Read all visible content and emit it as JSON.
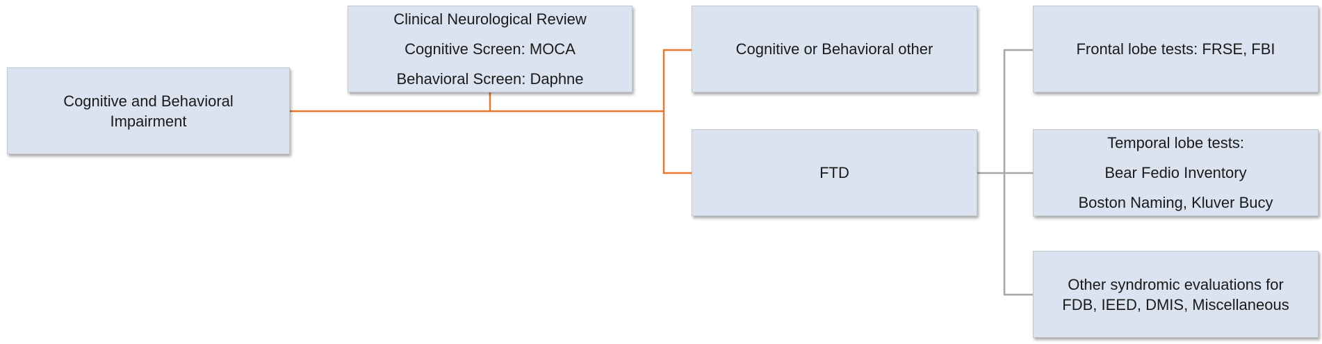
{
  "diagram": {
    "root": {
      "lines": [
        "Cognitive and Behavioral",
        "Impairment"
      ]
    },
    "screen": {
      "lines": [
        "Clinical Neurological Review",
        "Cognitive Screen: MOCA",
        "Behavioral Screen: Daphne"
      ]
    },
    "branch_other": {
      "lines": [
        "Cognitive or Behavioral other"
      ]
    },
    "branch_ftd": {
      "lines": [
        "FTD"
      ]
    },
    "frontal": {
      "lines": [
        "Frontal lobe tests: FRSE, FBI"
      ]
    },
    "temporal": {
      "lines": [
        "Temporal lobe tests:",
        "Bear Fedio Inventory",
        "Boston Naming, Kluver Bucy"
      ]
    },
    "other_syndromic": {
      "lines": [
        "Other syndromic evaluations for",
        "FDB, IEED, DMIS, Miscellaneous"
      ]
    },
    "colors": {
      "box_fill": "#dce3f0",
      "box_border": "#c2c7d0",
      "orange_connector": "#e8782a",
      "gray_connector": "#a6a6a6"
    }
  }
}
